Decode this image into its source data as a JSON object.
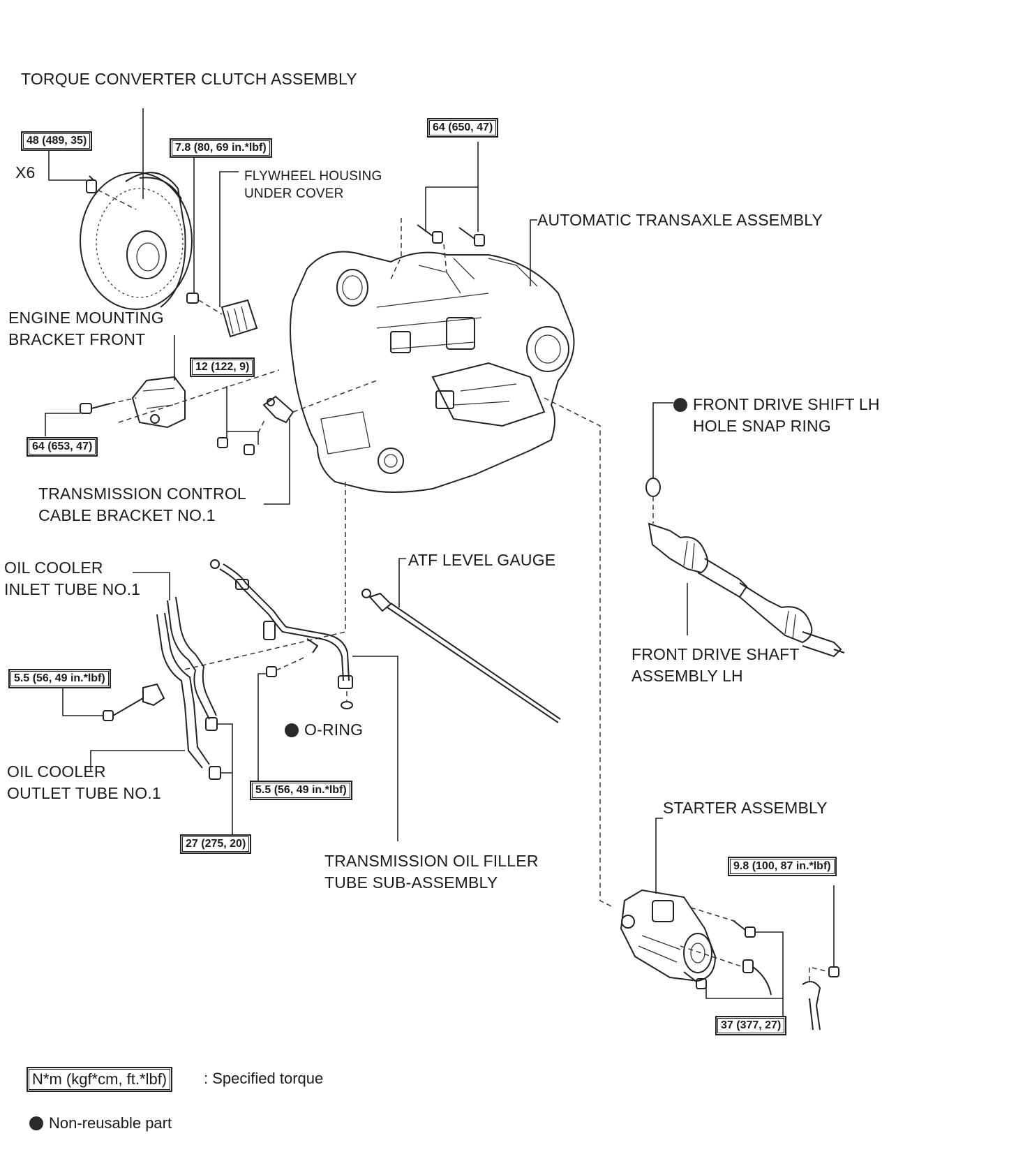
{
  "labels": {
    "torque_converter": "TORQUE CONVERTER CLUTCH ASSEMBLY",
    "x6": "X6",
    "flywheel_cover_l1": "FLYWHEEL HOUSING",
    "flywheel_cover_l2": "UNDER COVER",
    "transaxle": "AUTOMATIC TRANSAXLE ASSEMBLY",
    "engine_bracket_l1": "ENGINE MOUNTING",
    "engine_bracket_l2": "BRACKET FRONT",
    "snap_ring_l1": "FRONT DRIVE SHIFT LH",
    "snap_ring_l2": "HOLE SNAP RING",
    "control_bracket_l1": "TRANSMISSION CONTROL",
    "control_bracket_l2": "CABLE BRACKET NO.1",
    "inlet_tube_l1": "OIL COOLER",
    "inlet_tube_l2": "INLET TUBE NO.1",
    "atf_gauge": "ATF LEVEL GAUGE",
    "drive_shaft_l1": "FRONT DRIVE SHAFT",
    "drive_shaft_l2": "ASSEMBLY LH",
    "o_ring": "O-RING",
    "outlet_tube_l1": "OIL COOLER",
    "outlet_tube_l2": "OUTLET TUBE NO.1",
    "filler_tube_l1": "TRANSMISSION OIL FILLER",
    "filler_tube_l2": "TUBE SUB-ASSEMBLY",
    "starter": "STARTER ASSEMBLY"
  },
  "torques": {
    "converter_bolts": "48 (489, 35)",
    "cover_bolt": "7.8 (80, 69 in.*lbf)",
    "transaxle_bolts": "64 (650, 47)",
    "bracket_bolts": "12 (122, 9)",
    "engine_bracket_bolt": "64 (653, 47)",
    "inlet_clamp_bolt": "5.5 (56, 49 in.*lbf)",
    "filler_bolt": "5.5 (56, 49 in.*lbf)",
    "union_bolts": "27 (275, 20)",
    "starter_nut": "9.8 (100, 87 in.*lbf)",
    "starter_bolts": "37 (377, 27)"
  },
  "legend": {
    "torque_box": "N*m (kgf*cm, ft.*lbf)",
    "torque_text": ": Specified torque",
    "non_reusable": "Non-reusable part"
  }
}
